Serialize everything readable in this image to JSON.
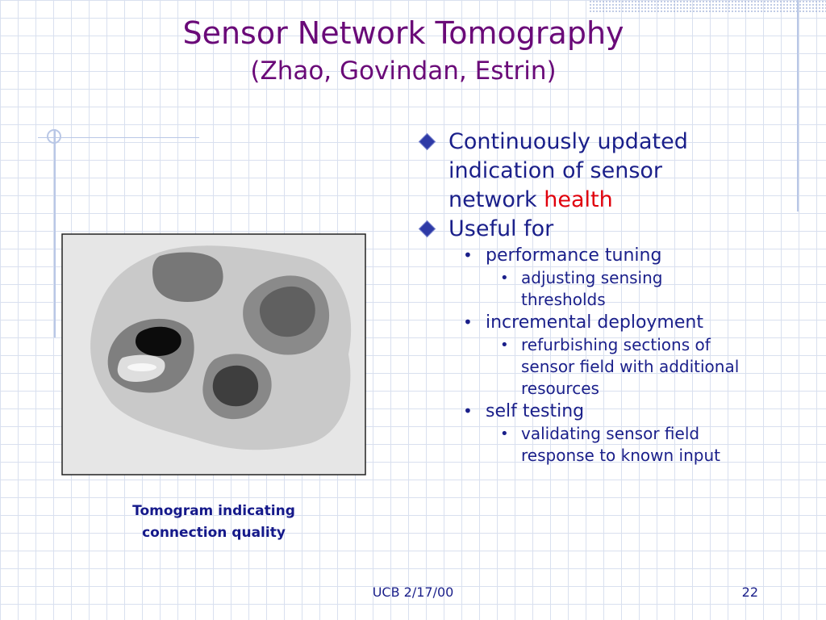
{
  "slide": {
    "title": "Sensor Network Tomography",
    "subtitle": "(Zhao, Govindan, Estrin)"
  },
  "bullets": [
    {
      "text": "Continuously updated indication of sensor network ",
      "highlight": "health",
      "highlight_color": "#e0000c"
    },
    {
      "text": "Useful for",
      "children": [
        {
          "text": "performance tuning",
          "children": [
            "adjusting sensing thresholds"
          ]
        },
        {
          "text": "incremental deployment",
          "children": [
            "refurbishing sections of sensor field with additional resources"
          ]
        },
        {
          "text": "self testing",
          "children": [
            "validating sensor field response to known input"
          ]
        }
      ]
    }
  ],
  "figure": {
    "caption": "Tomogram indicating connection quality"
  },
  "footer": {
    "center": "UCB 2/17/00",
    "page_number": "22"
  },
  "colors": {
    "title": "#6a0a78",
    "body_text": "#1a1f8a",
    "caption": "#15198a",
    "grid": "#d9e0ef"
  },
  "icons": {
    "level1_bullet": "diamond-bullet-icon",
    "level2_bullet": "dot-bullet-icon"
  }
}
